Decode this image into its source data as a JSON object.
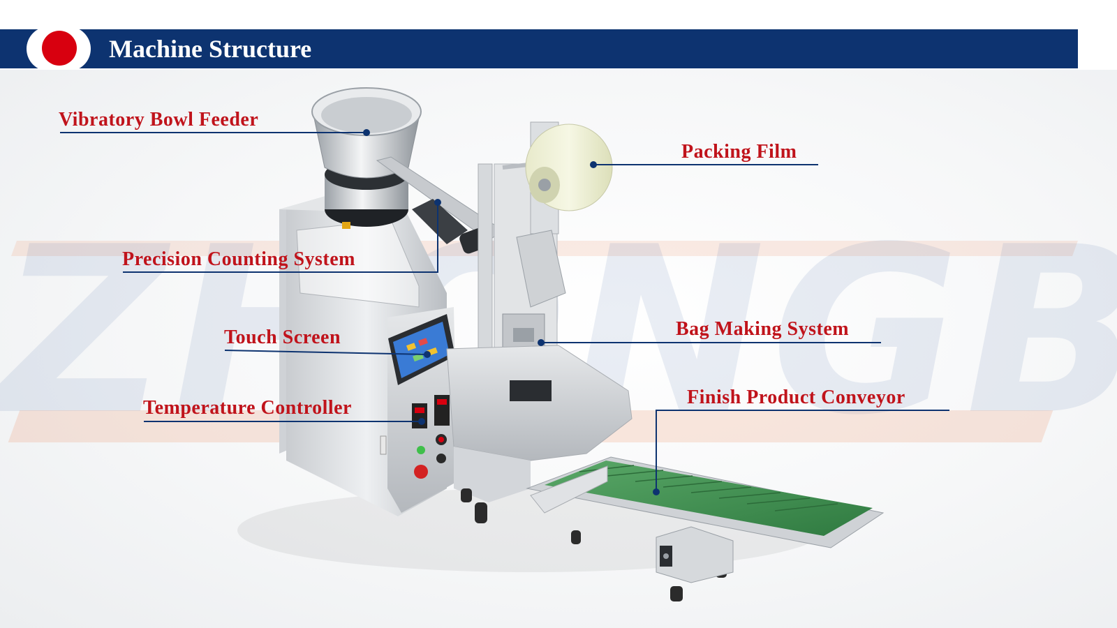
{
  "header": {
    "title": "Machine Structure"
  },
  "watermark": {
    "text": "ZHONGBAI"
  },
  "callouts": {
    "vibratory_bowl_feeder": "Vibratory Bowl Feeder",
    "packing_film": "Packing Film",
    "precision_counting_system": "Precision Counting System",
    "bag_making_system": "Bag Making System",
    "touch_screen": "Touch Screen",
    "temperature_controller": "Temperature Controller",
    "finish_product_conveyor": "Finish Product Conveyor"
  },
  "colors": {
    "header_bg": "#0d3370",
    "accent_red": "#d8000f",
    "label_red": "#c0131b",
    "leader_line": "#0d3370",
    "conveyor_green": "#3f8a4e"
  },
  "icons": {
    "header_marker": "red-dot-icon"
  }
}
